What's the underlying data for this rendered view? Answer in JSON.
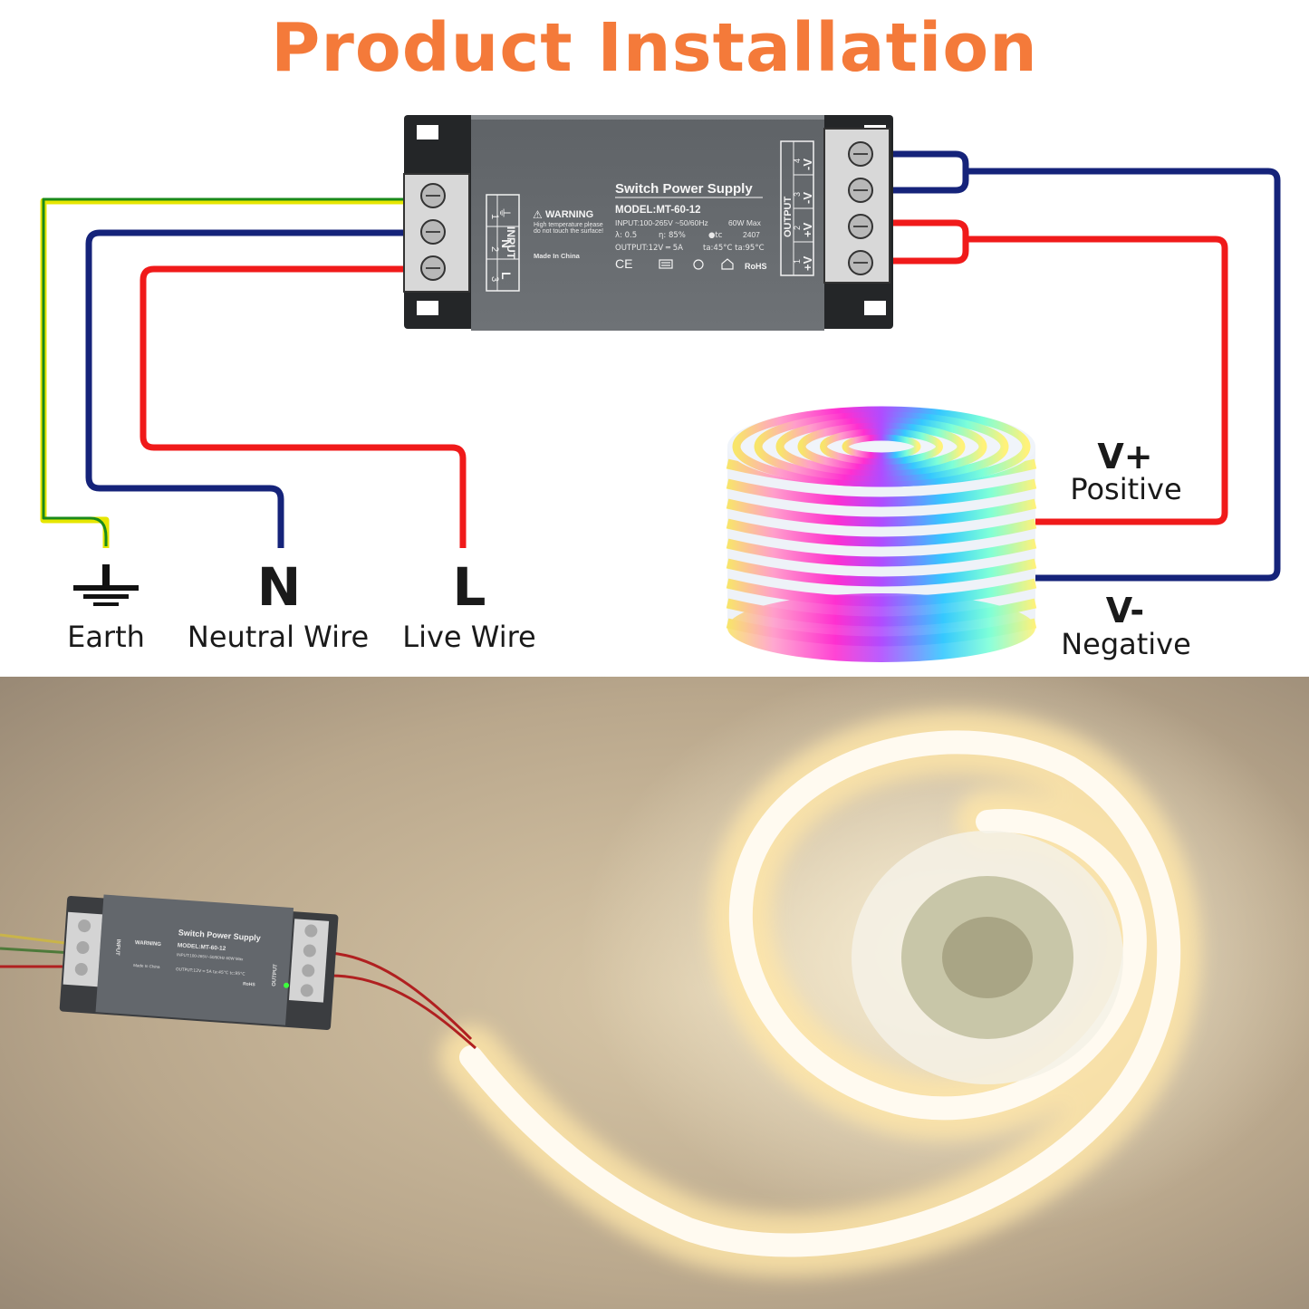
{
  "title": "Product Installation",
  "power_supply": {
    "name": "Switch Power Supply",
    "warning": "WARNING",
    "warning_note_1": "High temperature please",
    "warning_note_2": "do not touch the surface!",
    "model": "MODEL:MT-60-12",
    "input_spec": "INPUT:100-265V ~50/60Hz",
    "max_power": "60W Max",
    "lambda": "λ: 0.5",
    "efficiency": "η: 85%",
    "tc": "●tc",
    "date_code": "2407",
    "output_spec": "OUTPUT:12V ═ 5A",
    "temps": "ta:45°C  ta:95°C",
    "origin": "Made In China",
    "cert_ce": "CE",
    "cert_rohs": "RoHS",
    "input_label": "INPUT",
    "input_pins": [
      "1",
      "2",
      "3"
    ],
    "input_terms": [
      "⏚",
      "N",
      "L"
    ],
    "output_label": "OUTPUT",
    "output_pins": [
      "4",
      "3",
      "2",
      "1"
    ],
    "output_terms": [
      "-V",
      "-V",
      "+V",
      "+V"
    ]
  },
  "terminals": {
    "earth_label": "Earth",
    "neutral_symbol": "N",
    "neutral_label": "Neutral Wire",
    "live_symbol": "L",
    "live_label": "Live Wire",
    "positive_symbol": "V+",
    "positive_label": "Positive",
    "negative_symbol": "V-",
    "negative_label": "Negative"
  },
  "photo_box": {
    "name": "Switch Power Supply",
    "warning": "WARNING",
    "model": "MODEL:MT-60-12",
    "input_spec": "INPUT:100-265V~50/60Hz  60W Max",
    "output_spec": "OUTPUT:12V ═ 5A  ta:45°C tc:95°C",
    "origin": "Made In China",
    "cert": "RoHS",
    "input_label": "INPUT",
    "output_label": "OUTPUT"
  },
  "colors": {
    "title": "#f47a3a",
    "earth_wire_green": "#1a8a1a",
    "earth_wire_yellow": "#e6e600",
    "neutral_wire": "#15237a",
    "live_wire": "#f01a1a",
    "box_body": "#6b6f73",
    "photo_background": "#b5a48c"
  }
}
